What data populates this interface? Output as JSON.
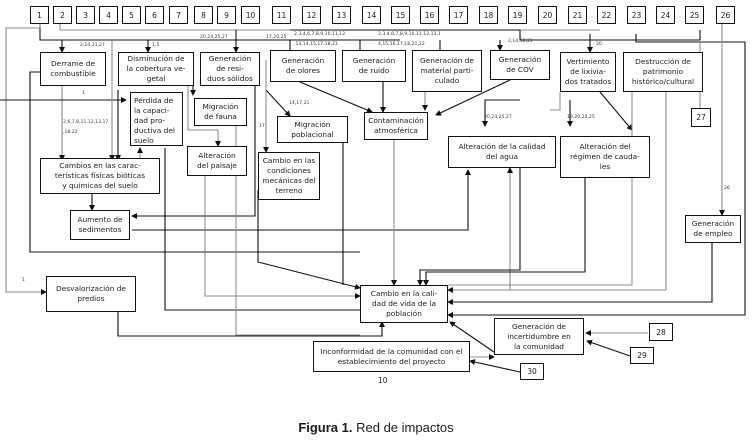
{
  "figure": {
    "caption_bold": "Figura 1.",
    "caption_text": " Red de impactos",
    "page_number": "10"
  },
  "numbered_sources": [
    {
      "id": "1"
    },
    {
      "id": "2"
    },
    {
      "id": "3"
    },
    {
      "id": "4"
    },
    {
      "id": "5"
    },
    {
      "id": "6"
    },
    {
      "id": "7"
    },
    {
      "id": "8"
    },
    {
      "id": "9"
    },
    {
      "id": "10"
    },
    {
      "id": "11"
    },
    {
      "id": "12"
    },
    {
      "id": "13"
    },
    {
      "id": "14"
    },
    {
      "id": "15"
    },
    {
      "id": "16"
    },
    {
      "id": "17"
    },
    {
      "id": "18"
    },
    {
      "id": "19"
    },
    {
      "id": "20"
    },
    {
      "id": "21"
    },
    {
      "id": "22"
    },
    {
      "id": "23"
    },
    {
      "id": "24"
    },
    {
      "id": "25"
    },
    {
      "id": "26"
    }
  ],
  "extra_sources": {
    "n27": "27",
    "n28": "28",
    "n29": "29",
    "n30": "30"
  },
  "impacts": {
    "derrame": "Derrame de\ncombustible",
    "disminucion": "Disminución de\nla cobertura ve-\ngetal",
    "residuos": "Generación\nde resi-\nduos sólidos",
    "olores": "Generación\nde olores",
    "ruido": "Generación\nde ruido",
    "material": "Generación de\nmaterial parti-\nculado",
    "cov": "Generación\nde COV",
    "lixiviados": "Vertimiento\nde lixivia-\ndos tratados",
    "patrimonio": "Destrucción de\npatrimonio\nhistórico/cultural",
    "perdida": "Pérdida de\nla capaci-\ndad pro-\nductiva del\nsuelo",
    "fauna": "Migración\nde fauna",
    "paisaje": "Alteración\ndel paisaje",
    "migracion_pob": "Migración\npoblacional",
    "condiciones": "Cambio en las\ncondiciones\nmecánicas del\nterreno",
    "contaminacion": "Contaminación\natmosférica",
    "calidad_agua": "Alteración de la calidad\ndel agua",
    "caudales": "Alteración del\nrégimen de cauda-\nles",
    "cambios_suelo": "Cambios en las carac-\nterísticas físicas bióticas\ny químicas del suelo",
    "sedimentos": "Aumento de\nsedimentos",
    "empleo": "Generación\nde empleo",
    "desvalorizacion": "Desvalorización de\npredios",
    "calidad_vida": "Cambio en la cali-\ndad de vida de la\npoblación",
    "incertidumbre": "Generación de\nincertidumbre en\nla comunidad",
    "inconformidad": "Inconformidad de la comunidad con el\nestablecimiento del proyecto"
  },
  "edge_labels": {
    "to_derrame": "2,14,21,27",
    "to_disminucion": "1,5",
    "to_residuos": "20,24,25,27",
    "to_condiciones_top": "17,20,25",
    "to_olores_1": "2,3,4,6,7,8,9,10,11,12",
    "to_olores_2": ",13,14,15,17,18,21",
    "to_material_1": "2,3,4,6,7,8,9,10,11,12,13,1",
    "to_material_2": "4,15,16,17,18,21,22",
    "to_cov": "2,14,18,21",
    "to_lixiviados": "20",
    "to_perdida": "1",
    "to_cambios_suelo_1": "2,6,7,8,11,12,13,17",
    "to_cambios_suelo_2": ",18,22",
    "to_migracion_pob": "14,17,21",
    "to_condiciones": "17",
    "to_calidad_agua": "20,24,25,27",
    "to_caudales": "19,20,24,25",
    "to_empleo": "26",
    "to_desvalorizacion": "1"
  },
  "colors": {
    "black_line": "#111111",
    "gray_line": "#8c8c8c"
  }
}
